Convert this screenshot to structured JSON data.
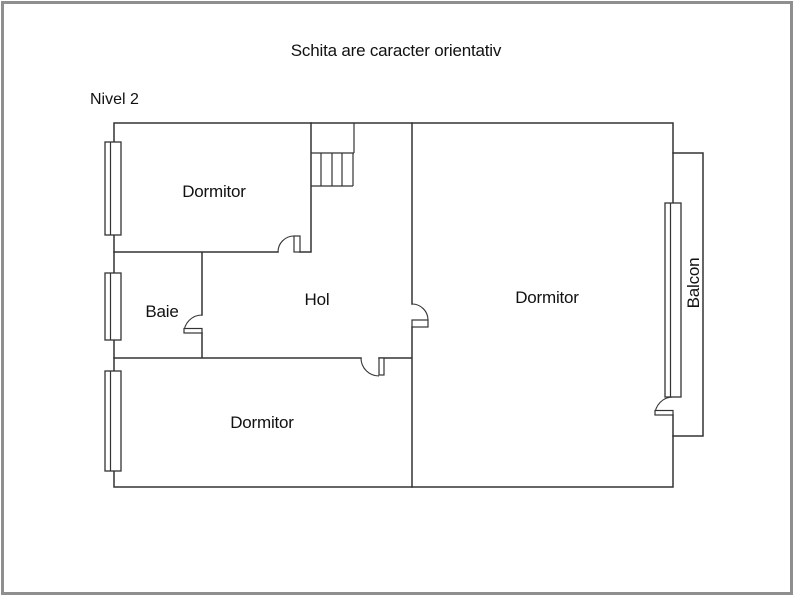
{
  "page": {
    "title": "Schita are caracter orientativ",
    "level_label": "Nivel 2"
  },
  "colors": {
    "wall_line": "#333333",
    "frame_border": "#8f8f8f",
    "background": "#ffffff",
    "text": "#111111"
  },
  "rooms": {
    "dormitor_top_left": {
      "label": "Dormitor"
    },
    "baie": {
      "label": "Baie"
    },
    "hol": {
      "label": "Hol"
    },
    "dormitor_right": {
      "label": "Dormitor"
    },
    "dormitor_bottom": {
      "label": "Dormitor"
    },
    "balcon": {
      "label": "Balcon"
    }
  },
  "symbols": {
    "window": "window-icon",
    "door": "door-swing-icon",
    "stairs": "stairs-icon"
  }
}
